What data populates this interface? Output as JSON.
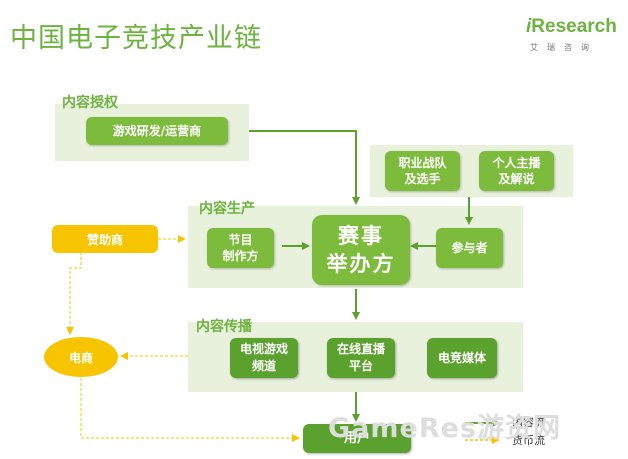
{
  "title": "中国电子竞技产业链",
  "logo": {
    "brand_i": "i",
    "brand_rest": "Research",
    "sub": "艾瑞咨询"
  },
  "sections": {
    "license": "内容授权",
    "production": "内容生产",
    "distribution": "内容传播"
  },
  "nodes": {
    "game_dev": "游戏研发/运营商",
    "pro_team": "职业战队\n及选手",
    "streamer": "个人主播\n及解说",
    "program": "节目\n制作方",
    "organizer": "赛事\n举办方",
    "participant": "参与者",
    "sponsor": "赞助商",
    "ecommerce": "电商",
    "tv_channel": "电视游戏\n频道",
    "live_platform": "在线直播\n平台",
    "esports_media": "电竞媒体",
    "user": "用户"
  },
  "legend": {
    "content_flow": "内容流",
    "money_flow": "货币流"
  },
  "watermark": "GameRes游资网",
  "colors": {
    "green": "#7cbb3b",
    "dark_green": "#5aa12d",
    "yellow": "#f7c400",
    "panel": "#e8f1dc",
    "title": "#6db33f"
  }
}
